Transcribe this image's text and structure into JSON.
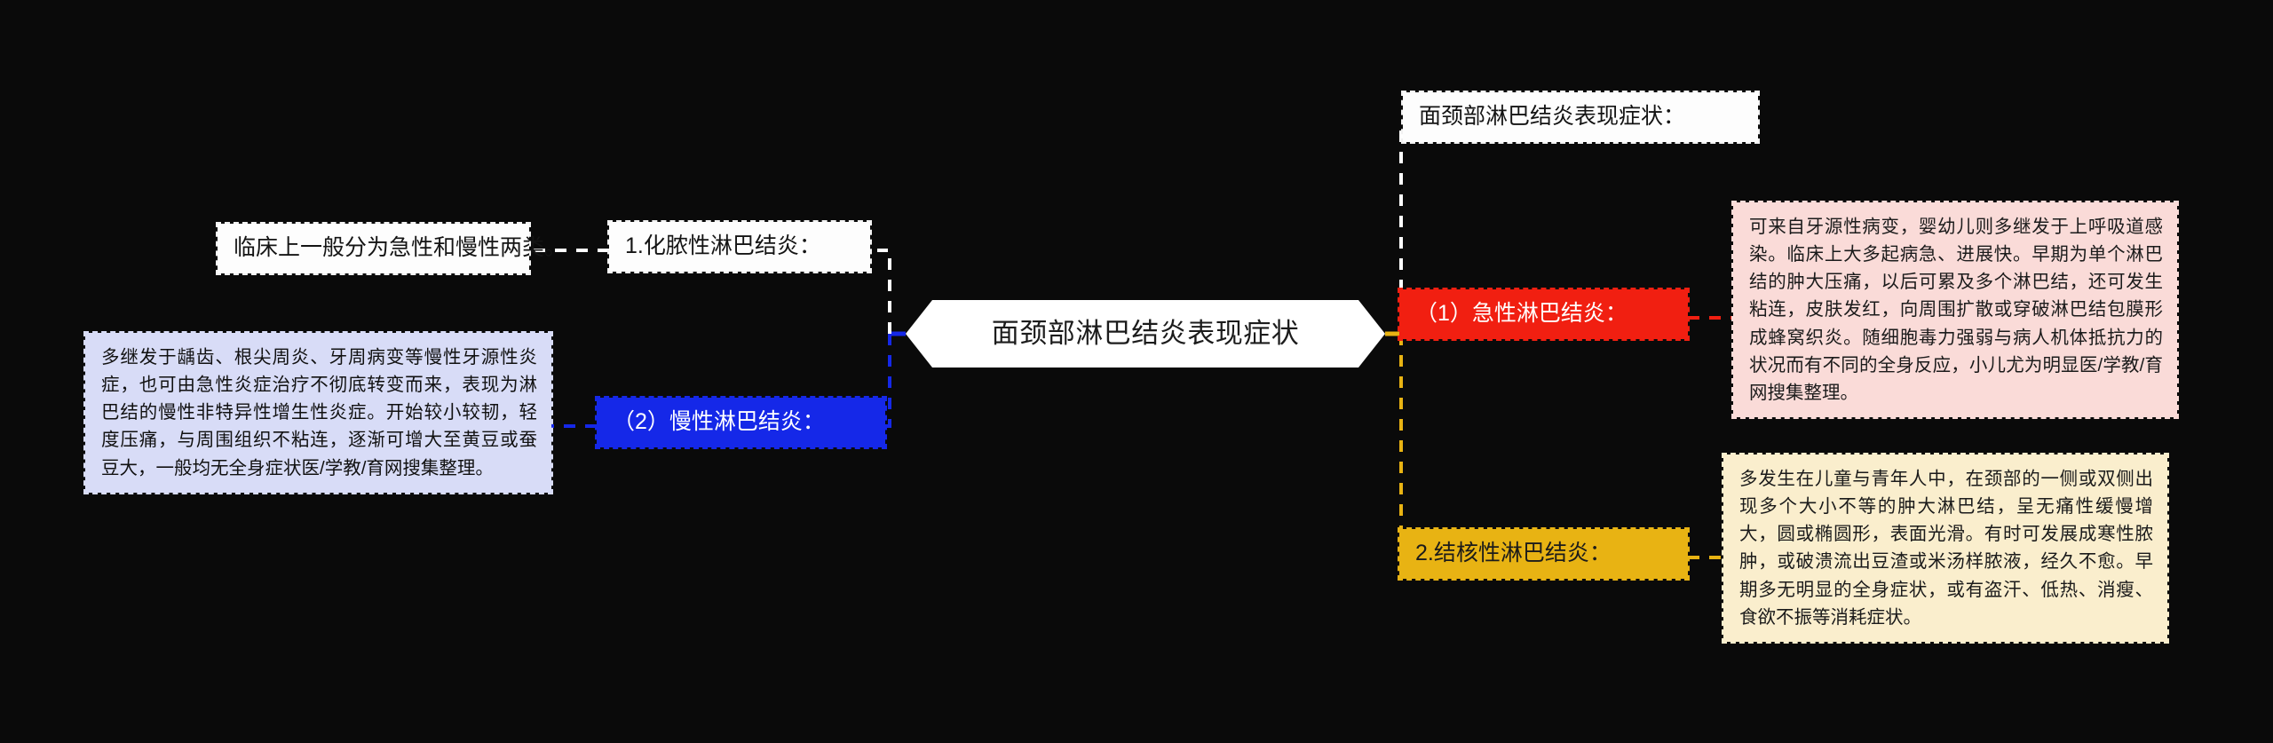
{
  "background_color": "#0a0a0a",
  "root": {
    "label": "面颈部淋巴结炎表现症状",
    "shape": "hexagon",
    "fill": "#ffffff",
    "text_color": "#1c1c1c"
  },
  "right_branch": {
    "connector_colors": [
      "#ffffff",
      "#f11f11",
      "#e8b313"
    ],
    "nodes": [
      {
        "id": "top-right",
        "label": "面颈部淋巴结炎表现症状：",
        "fill": "#fdfdfd",
        "text_color": "#141414"
      },
      {
        "id": "acute",
        "label": "（1）急性淋巴结炎：",
        "fill": "#f11f11",
        "text_color": "#ffffff"
      },
      {
        "id": "acute-detail",
        "label": "可来自牙源性病变，婴幼儿则多继发于上呼吸道感染。临床上大多起病急、进展快。早期为单个淋巴结的肿大压痛，以后可累及多个淋巴结，还可发生粘连，皮肤发红，向周围扩散或穿破淋巴结包膜形成蜂窝织炎。随细胞毒力强弱与病人机体抵抗力的状况而有不同的全身反应，小儿尤为明显医/学教/育网搜集整理。",
        "fill": "#fadbd8",
        "text_color": "#1b1b1b"
      },
      {
        "id": "tuberculous",
        "label": "2.结核性淋巴结炎：",
        "fill": "#e8b313",
        "text_color": "#1b1b1b"
      },
      {
        "id": "tuberculous-detail",
        "label": "多发生在儿童与青年人中，在颈部的一侧或双侧出现多个大小不等的肿大淋巴结，呈无痛性缓慢增大，圆或椭圆形，表面光滑。有时可发展成寒性脓肿，或破溃流出豆渣或米汤样脓液，经久不愈。早期多无明显的全身症状，或有盗汗、低热、消瘦、食欲不振等消耗症状。",
        "fill": "#faeecd",
        "text_color": "#1b1b1b"
      }
    ]
  },
  "left_branch": {
    "connector_colors": [
      "#ffffff",
      "#1528e8"
    ],
    "nodes": [
      {
        "id": "suppurative",
        "label": "1.化脓性淋巴结炎：",
        "fill": "#fdfdfd",
        "text_color": "#141414"
      },
      {
        "id": "suppurative-detail",
        "label": "临床上一般分为急性和慢性两类。",
        "fill": "#fdfdfd",
        "text_color": "#141414"
      },
      {
        "id": "chronic",
        "label": "（2）慢性淋巴结炎：",
        "fill": "#1528e8",
        "text_color": "#ffffff"
      },
      {
        "id": "chronic-detail",
        "label": "多继发于龋齿、根尖周炎、牙周病变等慢性牙源性炎症，也可由急性炎症治疗不彻底转变而来，表现为淋巴结的慢性非特异性增生性炎症。开始较小较韧，轻度压痛，与周围组织不粘连，逐渐可增大至黄豆或蚕豆大，一般均无全身症状医/学教/育网搜集整理。",
        "fill": "#d8dcf7",
        "text_color": "#111111"
      }
    ]
  }
}
